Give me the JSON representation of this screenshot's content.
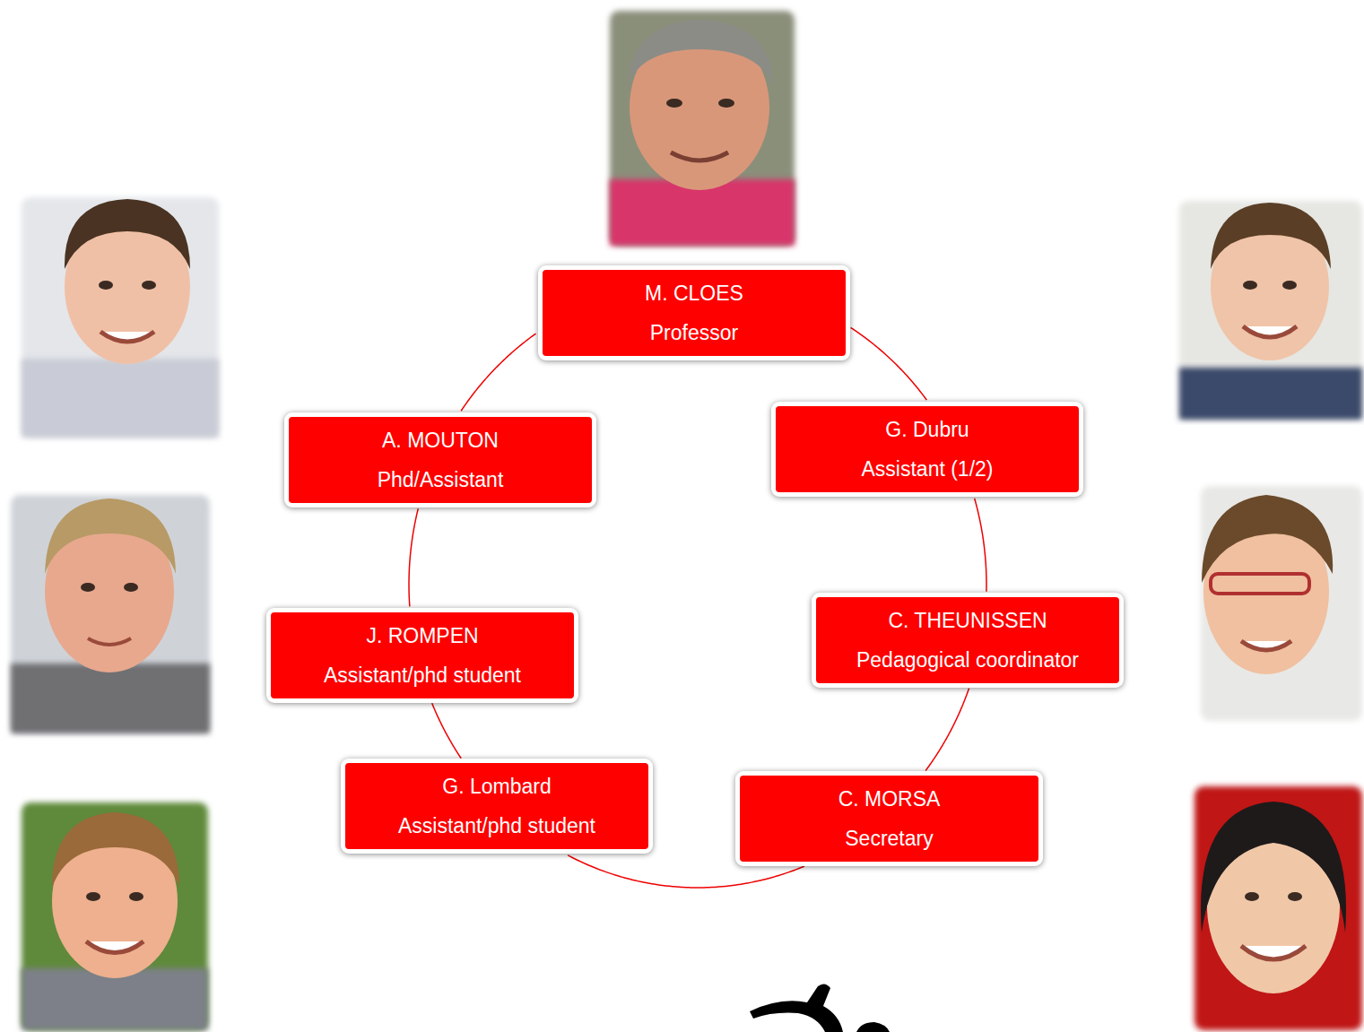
{
  "diagram": {
    "nodes": [
      {
        "text": [
          "M. CLOES",
          "Professor"
        ]
      },
      {
        "text": [
          "A. MOUTON",
          "Phd/Assistant"
        ]
      },
      {
        "text": [
          "G. Dubru",
          "Assistant (1/2)"
        ]
      },
      {
        "text": [
          "C. THEUNISSEN",
          "Pedagogical coordinator"
        ]
      },
      {
        "text": [
          "J. ROMPEN",
          "Assistant/phd student"
        ]
      },
      {
        "text": [
          "G. Lombard",
          "Assistant/phd student"
        ]
      },
      {
        "text": [
          "C. MORSA",
          "Secretary"
        ]
      }
    ],
    "edges": [
      {
        "from": 0,
        "to": 2,
        "arrow": "none"
      },
      {
        "from": 2,
        "to": 3,
        "arrow": "none"
      },
      {
        "from": 3,
        "to": 6,
        "arrow": "none"
      },
      {
        "from": 6,
        "to": 5,
        "arrow": "none"
      },
      {
        "from": 5,
        "to": 4,
        "arrow": "none"
      },
      {
        "from": 4,
        "to": 1,
        "arrow": "none"
      },
      {
        "from": 1,
        "to": 0,
        "arrow": "none"
      }
    ]
  }
}
